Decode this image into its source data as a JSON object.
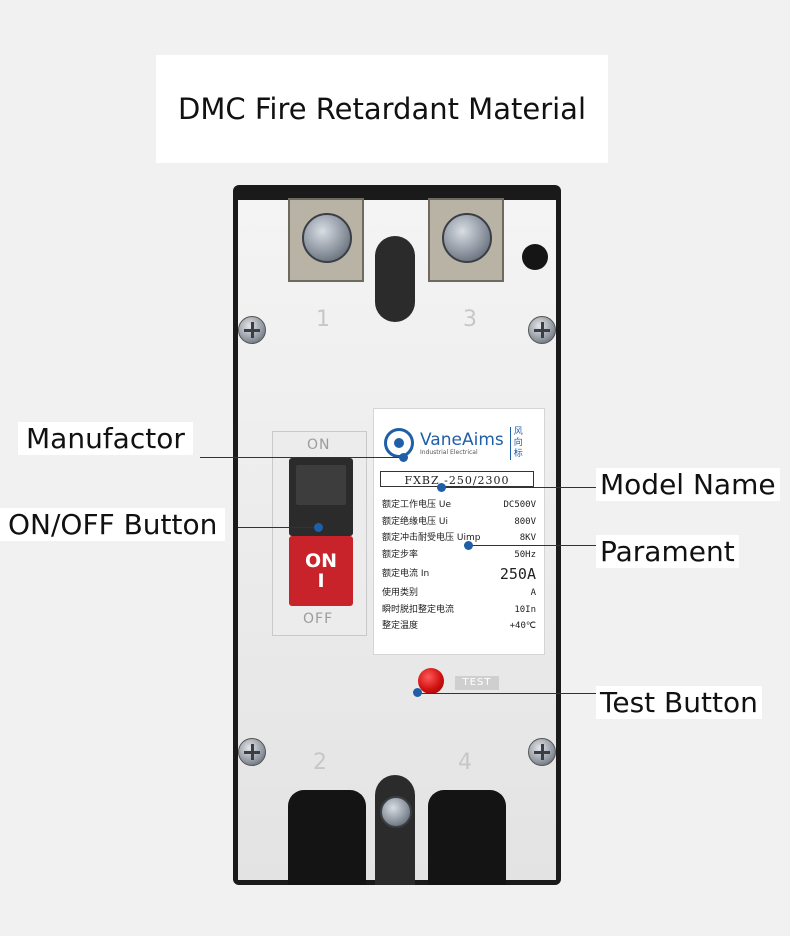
{
  "heading": {
    "text": "DMC Fire Retardant Material"
  },
  "callouts": {
    "manufactor": "Manufactor",
    "on_off_button": "ON/OFF Button",
    "model_name": "Model Name",
    "parament": "Parament",
    "test_button": "Test Button"
  },
  "breaker": {
    "terminal_numbers": [
      "1",
      "3",
      "2",
      "4"
    ],
    "toggle": {
      "on_label": "ON",
      "off_label": "OFF",
      "red_on": "ON",
      "red_i": "I"
    },
    "test_label": "TEST",
    "accent_colors": {
      "red": "#c8232a",
      "blue": "#1f5fa8"
    }
  },
  "label": {
    "brand": "VaneAims",
    "brand_sub": "Industrial Electrical",
    "brand_cn": "风向标",
    "model": "FXBZ -250/2300",
    "specs": [
      {
        "name": "额定工作电压  Ue",
        "value": "DC500V"
      },
      {
        "name": "额定绝缘电压  Ui",
        "value": "800V"
      },
      {
        "name": "额定冲击耐受电压 Uimp",
        "value": "8KV"
      },
      {
        "name": "额定步率",
        "value": "50Hz"
      },
      {
        "name": "额定电流  In",
        "value": "250A"
      },
      {
        "name": "使用类别",
        "value": "A"
      },
      {
        "name": "瞬时脱扣整定电流",
        "value": "10In"
      },
      {
        "name": "整定温度",
        "value": "+40℃"
      }
    ]
  }
}
